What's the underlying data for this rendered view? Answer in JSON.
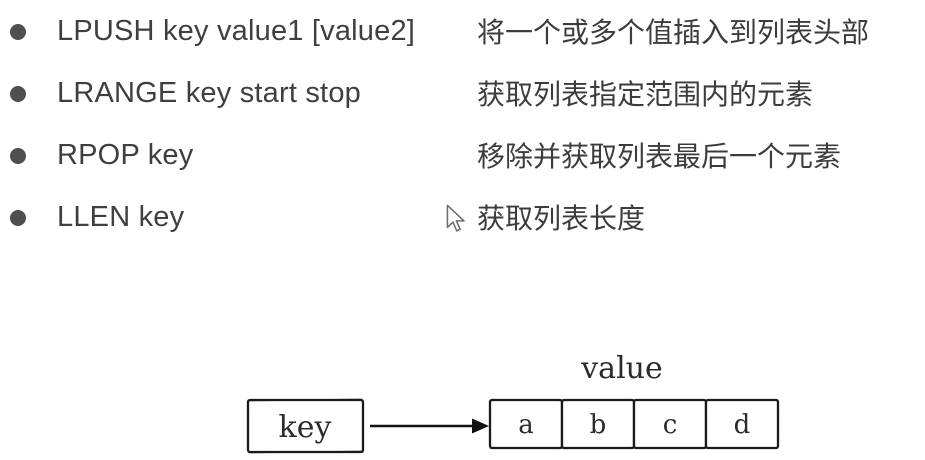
{
  "colors": {
    "background": "#ffffff",
    "list_text": "#3f3f3f",
    "bullet": "#4f4f4f",
    "diagram_stroke": "#1c1c1c",
    "diagram_text": "#2b2b2b"
  },
  "list": {
    "items": [
      {
        "command": "LPUSH key value1 [value2]",
        "description": "将一个或多个值插入到列表头部"
      },
      {
        "command": "LRANGE key start stop",
        "description": "获取列表指定范围内的元素"
      },
      {
        "command": "RPOP key",
        "description": "移除并获取列表最后一个元素"
      },
      {
        "command": "LLEN key",
        "description": "获取列表长度"
      }
    ]
  },
  "cursor": {
    "icon": "mouse-arrow-cursor"
  },
  "diagram": {
    "key_label": "key",
    "value_label": "value",
    "cells": [
      "a",
      "b",
      "c",
      "d"
    ]
  }
}
